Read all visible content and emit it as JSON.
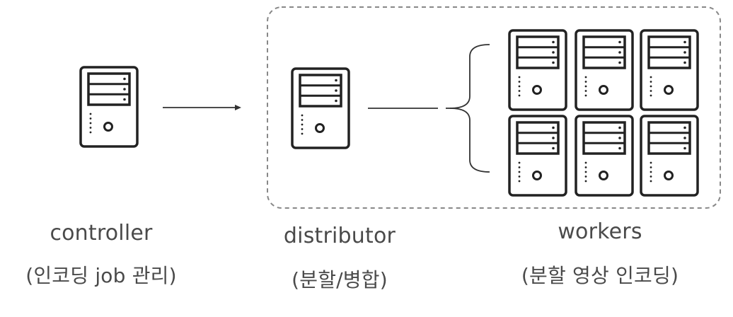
{
  "nodes": {
    "controller": {
      "name": "controller",
      "role": "(인코딩 job 관리)"
    },
    "distributor": {
      "name": "distributor",
      "role": "(분할/병합)"
    },
    "workers": {
      "name": "workers",
      "role": "(분할 영상 인코딩)"
    }
  },
  "style": {
    "line_color": "#333333",
    "group_border_color": "#888888"
  }
}
